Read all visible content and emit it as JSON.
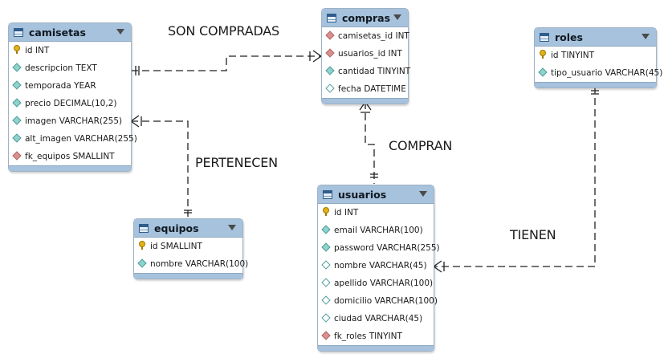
{
  "tables": {
    "camisetas": {
      "title": "camisetas",
      "columns": [
        {
          "name": "id INT",
          "kind": "pk"
        },
        {
          "name": "descripcion TEXT",
          "kind": "col"
        },
        {
          "name": "temporada YEAR",
          "kind": "col"
        },
        {
          "name": "precio DECIMAL(10,2)",
          "kind": "col"
        },
        {
          "name": "imagen VARCHAR(255)",
          "kind": "col"
        },
        {
          "name": "alt_imagen VARCHAR(255)",
          "kind": "col"
        },
        {
          "name": "fk_equipos SMALLINT",
          "kind": "fk"
        }
      ]
    },
    "compras": {
      "title": "compras",
      "columns": [
        {
          "name": "camisetas_id INT",
          "kind": "fk"
        },
        {
          "name": "usuarios_id INT",
          "kind": "fk"
        },
        {
          "name": "cantidad TINYINT",
          "kind": "col"
        },
        {
          "name": "fecha DATETIME",
          "kind": "col-empty"
        }
      ]
    },
    "roles": {
      "title": "roles",
      "columns": [
        {
          "name": "id TINYINT",
          "kind": "pk"
        },
        {
          "name": "tipo_usuario VARCHAR(45)",
          "kind": "col"
        }
      ]
    },
    "equipos": {
      "title": "equipos",
      "columns": [
        {
          "name": "id SMALLINT",
          "kind": "pk"
        },
        {
          "name": "nombre VARCHAR(100)",
          "kind": "col"
        }
      ]
    },
    "usuarios": {
      "title": "usuarios",
      "columns": [
        {
          "name": "id INT",
          "kind": "pk"
        },
        {
          "name": "email VARCHAR(100)",
          "kind": "col"
        },
        {
          "name": "password VARCHAR(255)",
          "kind": "col"
        },
        {
          "name": "nombre VARCHAR(45)",
          "kind": "col-empty"
        },
        {
          "name": "apellido VARCHAR(100)",
          "kind": "col-empty"
        },
        {
          "name": "domicilio VARCHAR(100)",
          "kind": "col-empty"
        },
        {
          "name": "ciudad VARCHAR(45)",
          "kind": "col-empty"
        },
        {
          "name": "fk_roles TINYINT",
          "kind": "fk"
        }
      ]
    }
  },
  "relationships": {
    "son_compradas": "SON COMPRADAS",
    "pertenecen": "PERTENECEN",
    "compran": "COMPRAN",
    "tienen": "TIENEN"
  }
}
